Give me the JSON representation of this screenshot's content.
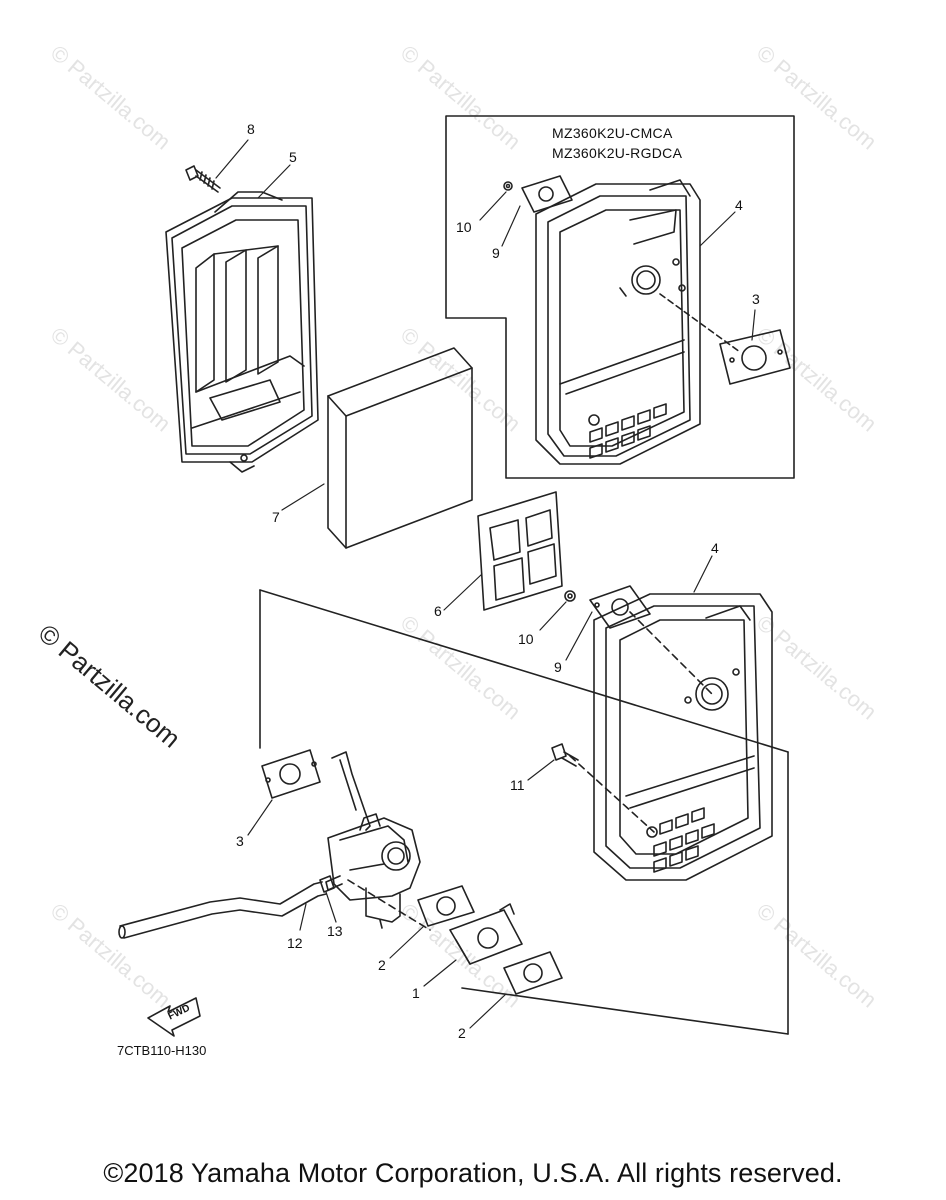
{
  "watermark": {
    "text": "© Partzilla.com",
    "primary_text": "© Partzilla.com"
  },
  "model_labels": [
    "MZ360K2U-CMCA",
    "MZ360K2U-RGDCA"
  ],
  "callouts": {
    "c8": "8",
    "c5": "5",
    "c4_top": "4",
    "c10_top": "10",
    "c9_top": "9",
    "c3_top": "3",
    "c7": "7",
    "c6": "6",
    "c4_bottom": "4",
    "c10_bottom": "10",
    "c9_bottom": "9",
    "c11": "11",
    "c3_bottom": "3",
    "c13": "13",
    "c12": "12",
    "c2_upper": "2",
    "c1": "1",
    "c2_lower": "2"
  },
  "fwd_label": "FWD",
  "diagram_code": "7CTB110-H130",
  "copyright": "©2018 Yamaha Motor Corporation, U.S.A. All rights reserved."
}
